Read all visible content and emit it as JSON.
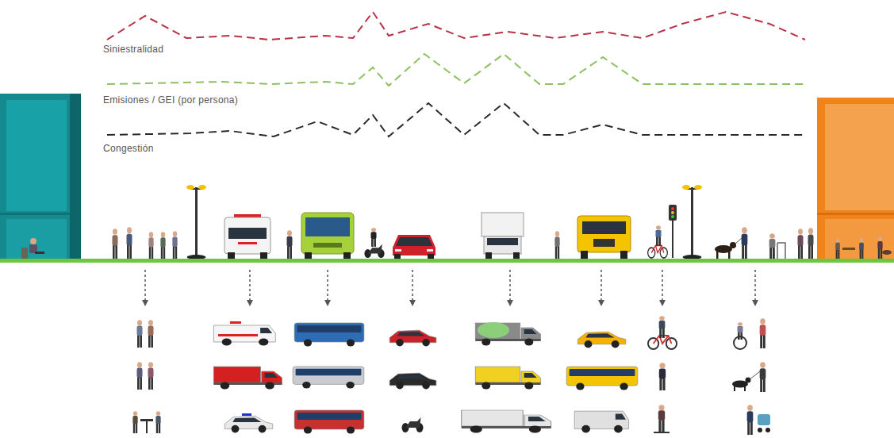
{
  "diagram": {
    "labels": [
      "Siniestralidad",
      "Emisiones / GEI (por persona)",
      "Congestión"
    ]
  }
}
